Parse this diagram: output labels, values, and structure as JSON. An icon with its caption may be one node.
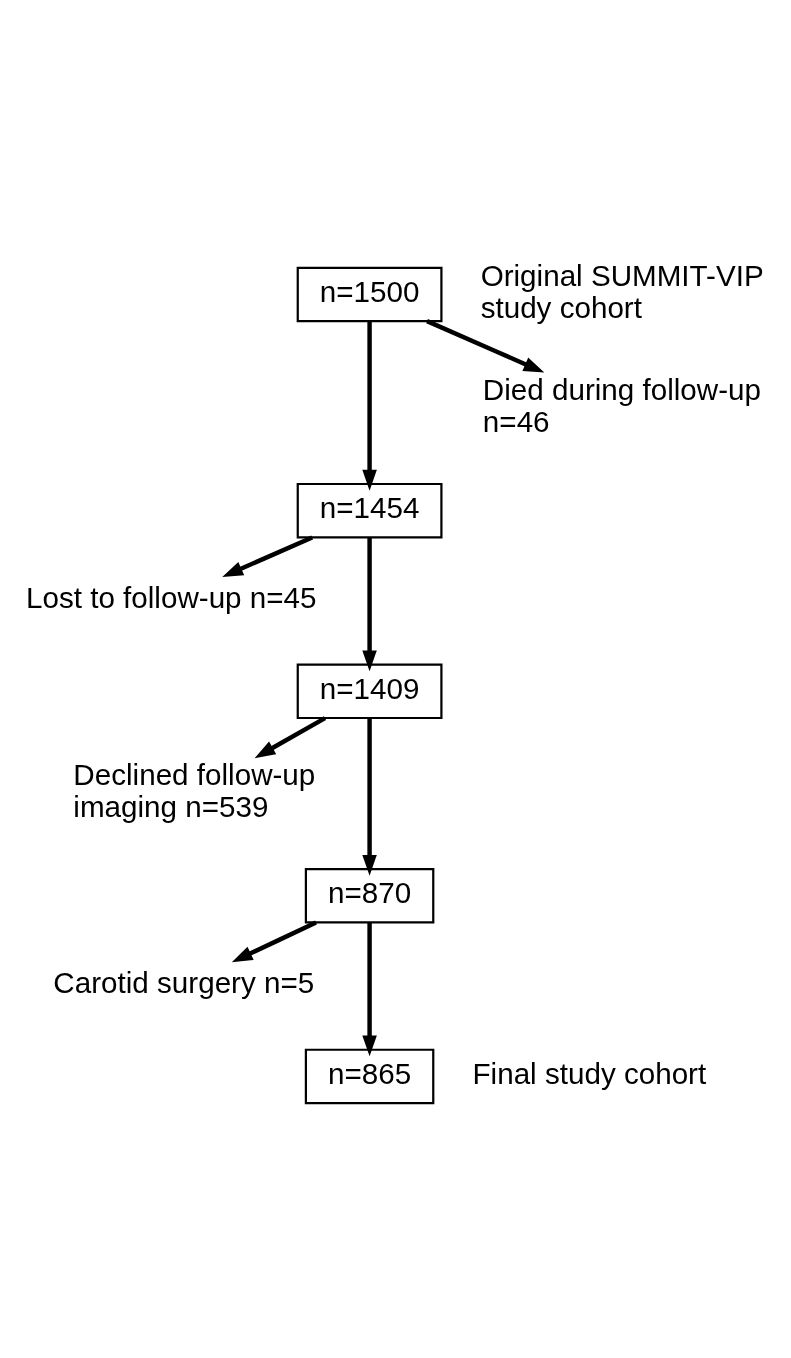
{
  "diagram": {
    "nodes": [
      {
        "text": [
          "n=1500"
        ],
        "beside": [
          "Original SUMMIT-VIP study cohort"
        ]
      },
      {
        "text": [
          "Died during follow-up n=46"
        ]
      },
      {
        "text": [
          "n=1454"
        ]
      },
      {
        "text": [
          "Lost to follow-up n=45"
        ]
      },
      {
        "text": [
          "n=1409"
        ]
      },
      {
        "text": [
          "Declined follow-up imaging n=539"
        ]
      },
      {
        "text": [
          "n=870"
        ]
      },
      {
        "text": [
          "Carotid surgery n=5"
        ]
      },
      {
        "text": [
          "n=865"
        ],
        "beside": [
          "Final study cohort"
        ]
      }
    ],
    "edges": [
      {
        "from": 0,
        "to": 2,
        "arrow": "to"
      },
      {
        "from": 0,
        "to": 1,
        "arrow": "to"
      },
      {
        "from": 2,
        "to": 4,
        "arrow": "to"
      },
      {
        "from": 2,
        "to": 3,
        "arrow": "to"
      },
      {
        "from": 4,
        "to": 6,
        "arrow": "to"
      },
      {
        "from": 4,
        "to": 5,
        "arrow": "to"
      },
      {
        "from": 6,
        "to": 8,
        "arrow": "to"
      },
      {
        "from": 6,
        "to": 7,
        "arrow": "to"
      }
    ]
  }
}
